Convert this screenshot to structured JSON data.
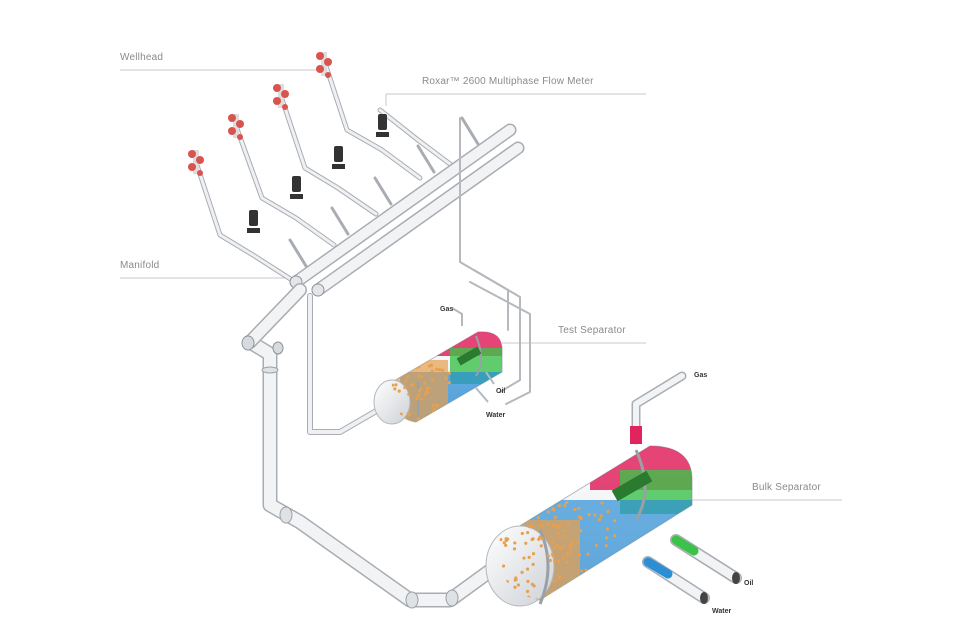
{
  "labels": {
    "wellhead": "Wellhead",
    "flow_meter": "Roxar™ 2600 Multiphase Flow Meter",
    "manifold": "Manifold",
    "test_separator": "Test Separator",
    "bulk_separator": "Bulk Separator"
  },
  "streams": {
    "test_gas": "Gas",
    "test_oil": "Oil",
    "test_water": "Water",
    "bulk_gas": "Gas",
    "bulk_oil": "Oil",
    "bulk_water": "Water"
  },
  "colors": {
    "pipe": "#e9ebee",
    "pipe_edge": "#a9adb3",
    "gas": "#e0245e",
    "oil": "#3cc24a",
    "water": "#2c8fd6",
    "sediment": "#e6a050",
    "valve": "#d9534f",
    "meter": "#333333",
    "callout_line": "#c8c8c8",
    "callout_text": "#8a8a8a"
  }
}
